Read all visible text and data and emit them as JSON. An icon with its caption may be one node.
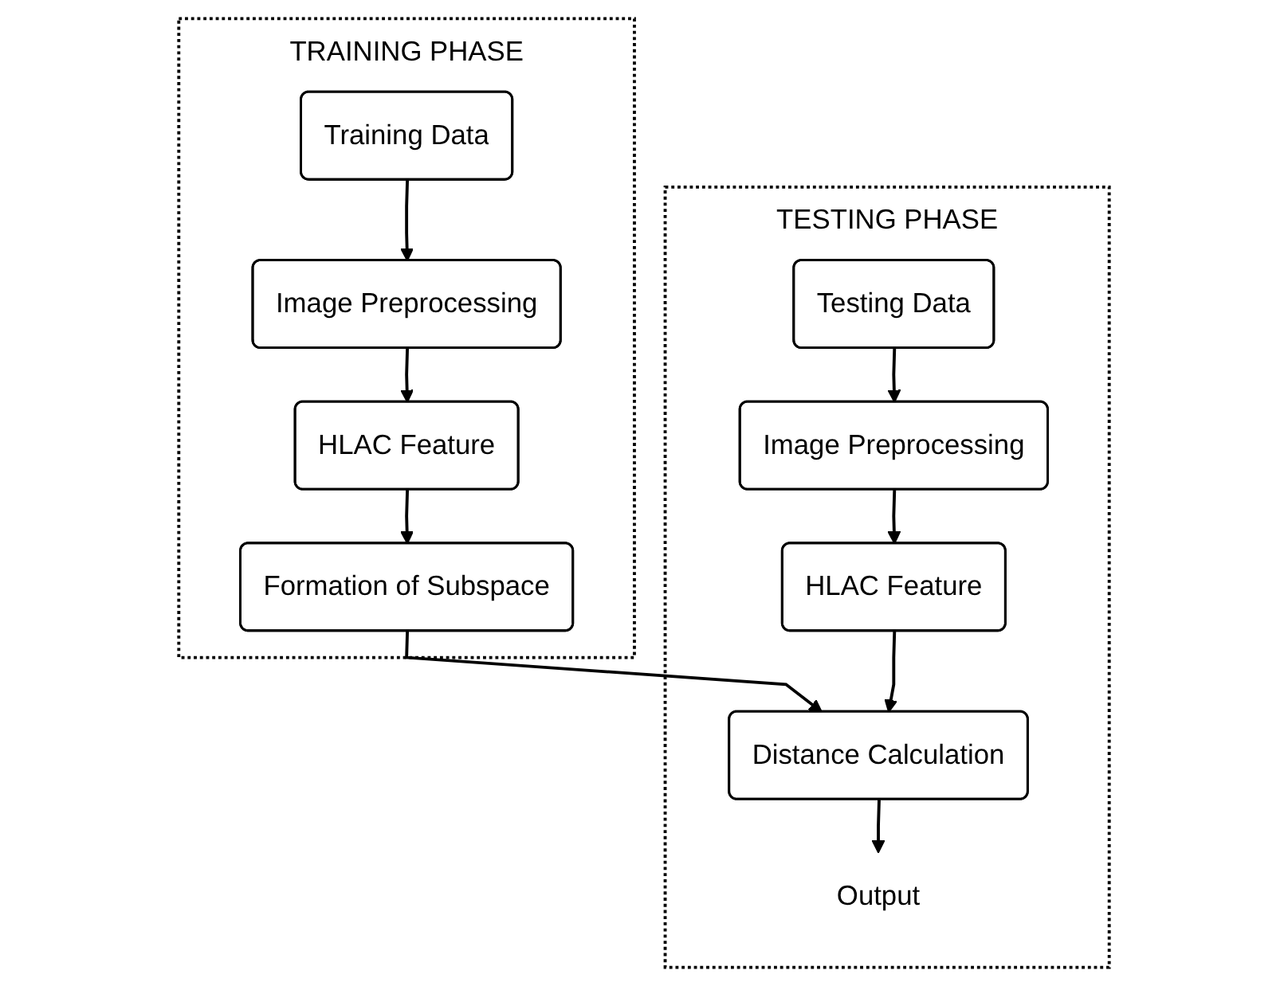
{
  "diagram": {
    "nodes": [
      {
        "text": [
          "TRAINING PHASE"
        ]
      },
      {
        "text": [
          "Training Data"
        ],
        "in": 0
      },
      {
        "text": [
          "Image Preprocessing"
        ],
        "in": 0
      },
      {
        "text": [
          "HLAC Feature"
        ],
        "in": 0
      },
      {
        "text": [
          "Formation of Subspace"
        ],
        "in": 0
      },
      {
        "text": [
          "TESTING PHASE"
        ]
      },
      {
        "text": [
          "Testing Data"
        ],
        "in": 5
      },
      {
        "text": [
          "Image Preprocessing"
        ],
        "in": 5
      },
      {
        "text": [
          "HLAC Feature"
        ],
        "in": 5
      },
      {
        "text": [
          "Distance Calculation"
        ],
        "in": 5
      },
      {
        "text": [
          "Output"
        ],
        "in": 5
      }
    ],
    "edges": [
      {
        "from": 1,
        "to": 2,
        "arrow": "to"
      },
      {
        "from": 2,
        "to": 3,
        "arrow": "to"
      },
      {
        "from": 3,
        "to": 4,
        "arrow": "to"
      },
      {
        "from": 4,
        "to": 9,
        "arrow": "to"
      },
      {
        "from": 6,
        "to": 7,
        "arrow": "to"
      },
      {
        "from": 7,
        "to": 8,
        "arrow": "to"
      },
      {
        "from": 8,
        "to": 9,
        "arrow": "to"
      },
      {
        "from": 9,
        "to": 10,
        "arrow": "to"
      }
    ]
  }
}
